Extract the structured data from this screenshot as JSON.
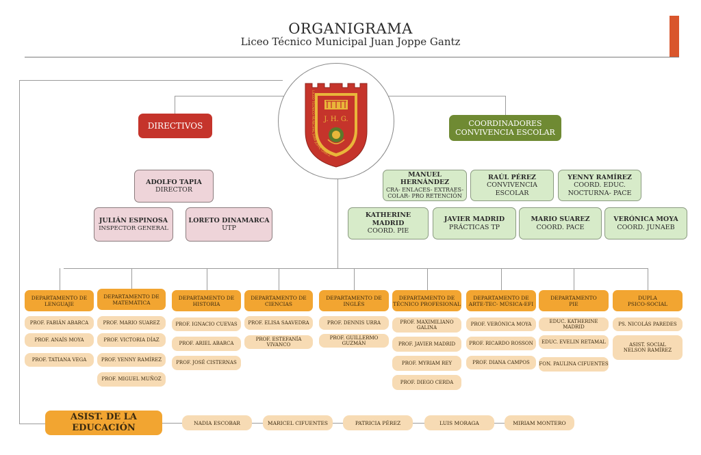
{
  "header": {
    "title": "ORGANIGRAMA",
    "subtitle": "Liceo Técnico Municipal Juan Joppe Gantz"
  },
  "logo": {
    "initials": "J. H. G.",
    "ring_text": "LICEO TÉCNICO MUNICIPAL JUAN JOPPE GANTZ",
    "colors": {
      "shield": "#c5342b",
      "band": "#e9b63a",
      "center": "#5a7a2a"
    }
  },
  "directivos": {
    "label": "DIRECTIVOS",
    "members": [
      {
        "name": "ADOLFO TAPIA",
        "role": "DIRECTOR"
      },
      {
        "name": "JULIÁN ESPINOSA",
        "role": "INSPECTOR GENERAL"
      },
      {
        "name": "LORETO DINAMARCA",
        "role": "UTP"
      }
    ]
  },
  "coordinadores": {
    "label_line1": "COORDINADORES",
    "label_line2": "CONVIVENCIA ESCOLAR",
    "members": [
      {
        "name": "MANUEL HERNÁNDEZ",
        "role1": "CRA- ENLACES- EXTRAES-",
        "role2": "COLAR- PRO RETENCIÓN"
      },
      {
        "name": "RAÚL PÉREZ",
        "role1": "CONVIVENCIA ESCOLAR",
        "role2": ""
      },
      {
        "name": "YENNY RAMÍREZ",
        "role1": "COORD. EDUC.",
        "role2": "NOCTURNA- PACE"
      },
      {
        "name": "KATHERINE MADRID",
        "role1": "COORD. PIE",
        "role2": ""
      },
      {
        "name": "JAVIER MADRID",
        "role1": "PRÁCTICAS TP",
        "role2": ""
      },
      {
        "name": "MARIO SUAREZ",
        "role1": "COORD. PACE",
        "role2": ""
      },
      {
        "name": "VERÓNICA MOYA",
        "role1": "COORD.  JUNAEB",
        "role2": ""
      }
    ]
  },
  "departments": [
    {
      "l1": "DEPARTAMENTO DE",
      "l2": "LENGUAJE",
      "members": [
        "PROF. FABIÁN ABARCA",
        "PROF. ANAÍS MOYA",
        "PROF. TATIANA VEGA"
      ]
    },
    {
      "l1": "DEPARTAMENTO DE",
      "l2": "MATEMÁTICA",
      "members": [
        "PROF. MARIO SUAREZ",
        "PROF. VICTORIA DÍAZ",
        "PROF. YENNY RAMÍREZ",
        "PROF. MIGUEL MUÑOZ"
      ]
    },
    {
      "l1": "DEPARTAMENTO DE",
      "l2": "HISTORIA",
      "members": [
        "PROF. IGNACIO CUEVAS",
        "PROF. ARIEL ABARCA",
        "PROF. JOSÉ CISTERNAS"
      ]
    },
    {
      "l1": "DEPARTAMENTO DE",
      "l2": "CIENCIAS",
      "members": [
        "PROF. ELISA SAAVEDRA",
        "PROF. ESTEFANÍA VIVANCO"
      ]
    },
    {
      "l1": "DEPARTAMENTO DE",
      "l2": "INGLÉS",
      "members": [
        "PROF. DENNIS URRA",
        "PROF. GUILLERMO GUZMÁN"
      ]
    },
    {
      "l1": "DEPARTAMENTO DE",
      "l2": "TÉCNICO PROFESIONAL",
      "members": [
        "PROF. MAXIMILIANO GALINA",
        "PROF. JAVIER MADRID",
        "PROF. MYRIAM REY",
        "PROF. DIEGO CERDA"
      ]
    },
    {
      "l1": "DEPARTAMENTO DE",
      "l2": "ARTE-TEC- MÚSICA-EFI",
      "members": [
        "PROF. VERÓNICA MOYA",
        "PROF. RICARDO ROSSON",
        "PROF. DIANA CAMPOS"
      ]
    },
    {
      "l1": "DEPARTAMENTO",
      "l2": "PIE",
      "members": [
        "EDUC. KATHERINE MADRID",
        "EDUC. EVELIN RETAMAL",
        "FON. PAULINA CIFUENTES"
      ]
    },
    {
      "l1": "DUPLA",
      "l2": "PSICO-SOCIAL",
      "members": [
        "PS. NICOLÁS PAREDES",
        "ASIST. SOCIAL\nNELSON RAMÍREZ"
      ]
    }
  ],
  "asistentes": {
    "label": "ASIST. DE LA EDUCACIÓN",
    "members": [
      "NADIA ESCOBAR",
      "MARICEL CIFUENTES",
      "PATRICIA PÉREZ",
      "LUIS MORAGA",
      "MIRIAM MONTERO"
    ]
  }
}
